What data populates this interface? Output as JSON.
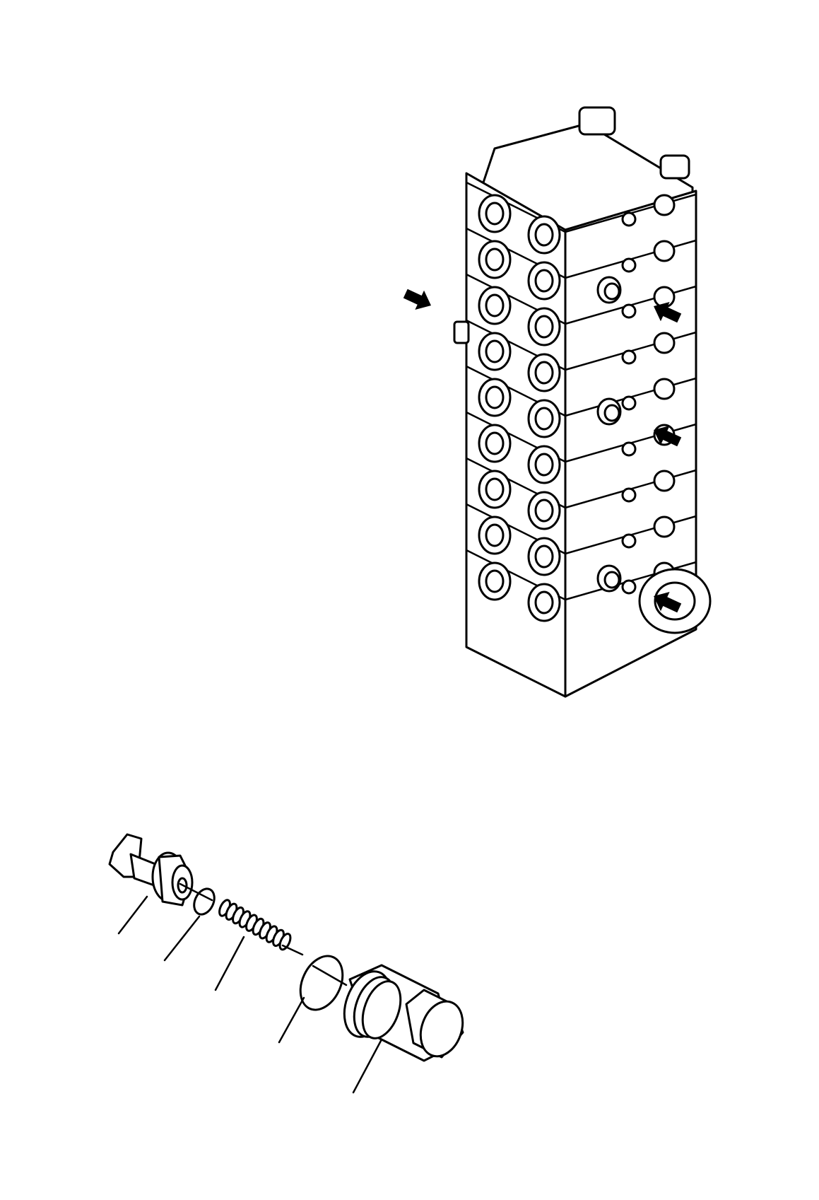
{
  "diagram": {
    "colors": {
      "line": "#000000",
      "background": "#ffffff"
    },
    "components": [
      "control-valve-block",
      "relief-valve-poppet",
      "o-ring-small",
      "spring",
      "o-ring-large",
      "plug"
    ],
    "arrows": 4,
    "valve_sections": 9
  }
}
